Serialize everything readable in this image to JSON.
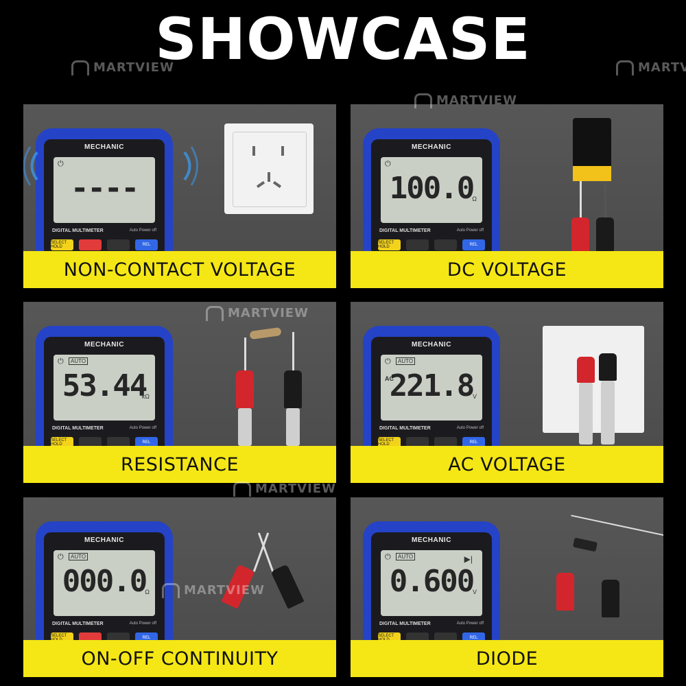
{
  "title": "SHOWCASE",
  "watermark": "MARTVIEW",
  "meter": {
    "brand": "MECHANIC",
    "model": "DIGITAL MULTIMETER",
    "auto_power": "Auto Power off",
    "btn_select": "SELECT HOLD",
    "btn_rel": "REL"
  },
  "panels": [
    {
      "label": "NON-CONTACT VOLTAGE",
      "reading": "----",
      "mode": "",
      "unit": "",
      "prefix": ""
    },
    {
      "label": "DC VOLTAGE",
      "reading": "100.0",
      "mode": "",
      "unit": "Ω",
      "prefix": ""
    },
    {
      "label": "RESISTANCE",
      "reading": "53.44",
      "mode": "AUTO",
      "unit": "kΩ",
      "prefix": ""
    },
    {
      "label": "AC VOLTAGE",
      "reading": "221.8",
      "mode": "AUTO",
      "unit": "V",
      "prefix": "AC"
    },
    {
      "label": "ON-OFF CONTINUITY",
      "reading": "000.0",
      "mode": "AUTO",
      "unit": "Ω",
      "prefix": ""
    },
    {
      "label": "DIODE",
      "reading": "0.600",
      "mode": "AUTO",
      "unit": "V",
      "prefix": "▶|"
    }
  ],
  "colors": {
    "label_bg": "#f5e715",
    "meter_blue": "#2543c7",
    "panel_bg": "#4f4f4f"
  }
}
